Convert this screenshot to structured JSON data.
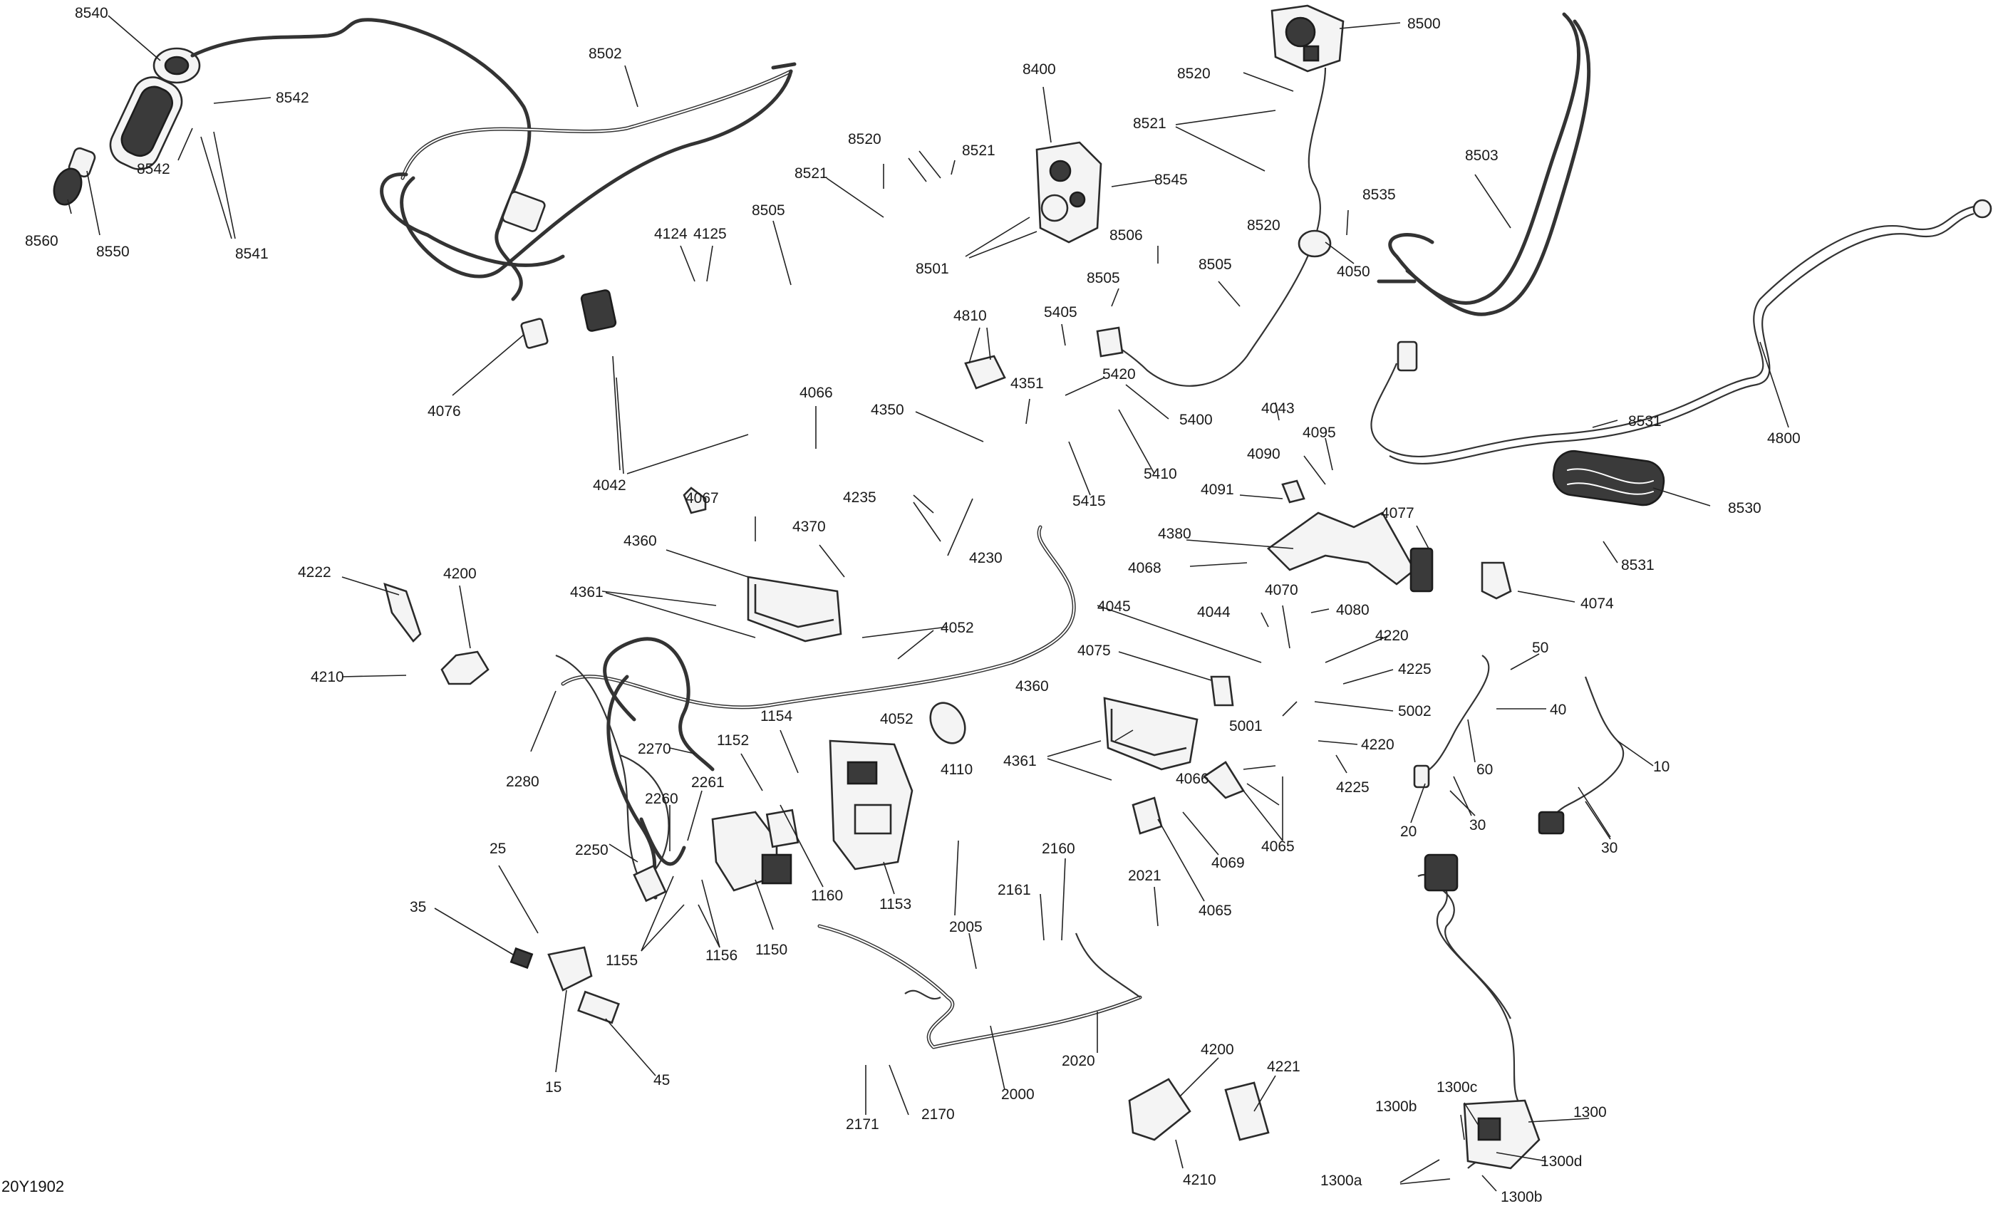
{
  "figure_code": "20Y1902",
  "callouts": [
    "8540",
    "8542",
    "8542",
    "8541",
    "8541",
    "8560",
    "8550",
    "8502",
    "8400",
    "8500",
    "8520",
    "8520",
    "8521",
    "8521",
    "8520",
    "8521",
    "8521",
    "8545",
    "8505",
    "8506",
    "8505",
    "8505",
    "8501",
    "8501",
    "8535",
    "8503",
    "8531",
    "8531",
    "8530",
    "4800",
    "4124",
    "4125",
    "4076",
    "4042",
    "4042",
    "4042",
    "4810",
    "5405",
    "5420",
    "5400",
    "5410",
    "5415",
    "4351",
    "4350",
    "4066",
    "4043",
    "4095",
    "4090",
    "4091",
    "4380",
    "4068",
    "4077",
    "4074",
    "4050",
    "4067",
    "4360",
    "4370",
    "4361",
    "4235",
    "4230",
    "4052",
    "4052",
    "4222",
    "4200",
    "4210",
    "4045",
    "4044",
    "4070",
    "4080",
    "4220",
    "4225",
    "5002",
    "5001",
    "4220",
    "4225",
    "4075",
    "4360",
    "4361",
    "4066",
    "4065",
    "4069",
    "4065",
    "50",
    "40",
    "60",
    "10",
    "20",
    "30",
    "30",
    "2280",
    "2270",
    "2261",
    "2260",
    "2250",
    "1152",
    "1154",
    "1160",
    "1153",
    "1150",
    "1155",
    "1156",
    "4110",
    "25",
    "35",
    "15",
    "45",
    "2160",
    "2161",
    "2021",
    "2005",
    "2020",
    "2000",
    "2171",
    "2170",
    "4200",
    "4221",
    "4210",
    "1300",
    "1300b",
    "1300c",
    "1300a",
    "1300d",
    "1300b"
  ],
  "icons": [
    "throttle-handle",
    "grip",
    "connector",
    "bracket",
    "clip",
    "relay-box",
    "module",
    "harness",
    "fuse-box"
  ]
}
